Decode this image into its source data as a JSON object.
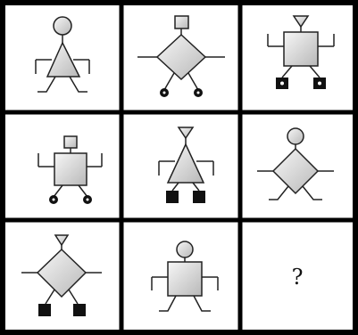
{
  "puzzle": {
    "missing_label": "?",
    "cells": [
      {
        "row": 1,
        "col": 1,
        "head": "circle",
        "body": "triangle",
        "arms": "down",
        "legs": "lines"
      },
      {
        "row": 1,
        "col": 2,
        "head": "square",
        "body": "diamond",
        "arms": "straight",
        "legs": "wheels"
      },
      {
        "row": 1,
        "col": 3,
        "head": "triangle-down",
        "body": "square",
        "arms": "up",
        "legs": "blocks-wheels"
      },
      {
        "row": 2,
        "col": 1,
        "head": "square",
        "body": "square",
        "arms": "up",
        "legs": "wheels"
      },
      {
        "row": 2,
        "col": 2,
        "head": "triangle-down",
        "body": "triangle",
        "arms": "up",
        "legs": "blocks"
      },
      {
        "row": 2,
        "col": 3,
        "head": "circle",
        "body": "diamond",
        "arms": "straight",
        "legs": "lines"
      },
      {
        "row": 3,
        "col": 1,
        "head": "triangle-down",
        "body": "diamond",
        "arms": "straight",
        "legs": "blocks"
      },
      {
        "row": 3,
        "col": 2,
        "head": "circle",
        "body": "square",
        "arms": "down",
        "legs": "lines"
      },
      {
        "row": 3,
        "col": 3,
        "head": "unknown",
        "body": "unknown",
        "arms": "unknown",
        "legs": "unknown"
      }
    ]
  },
  "colors": {
    "frame": "#000000",
    "shape_stroke": "#222222",
    "shape_fill_light": "#f2f2f2",
    "shape_fill_dark": "#bdbdbd",
    "dark_fill": "#111111"
  }
}
